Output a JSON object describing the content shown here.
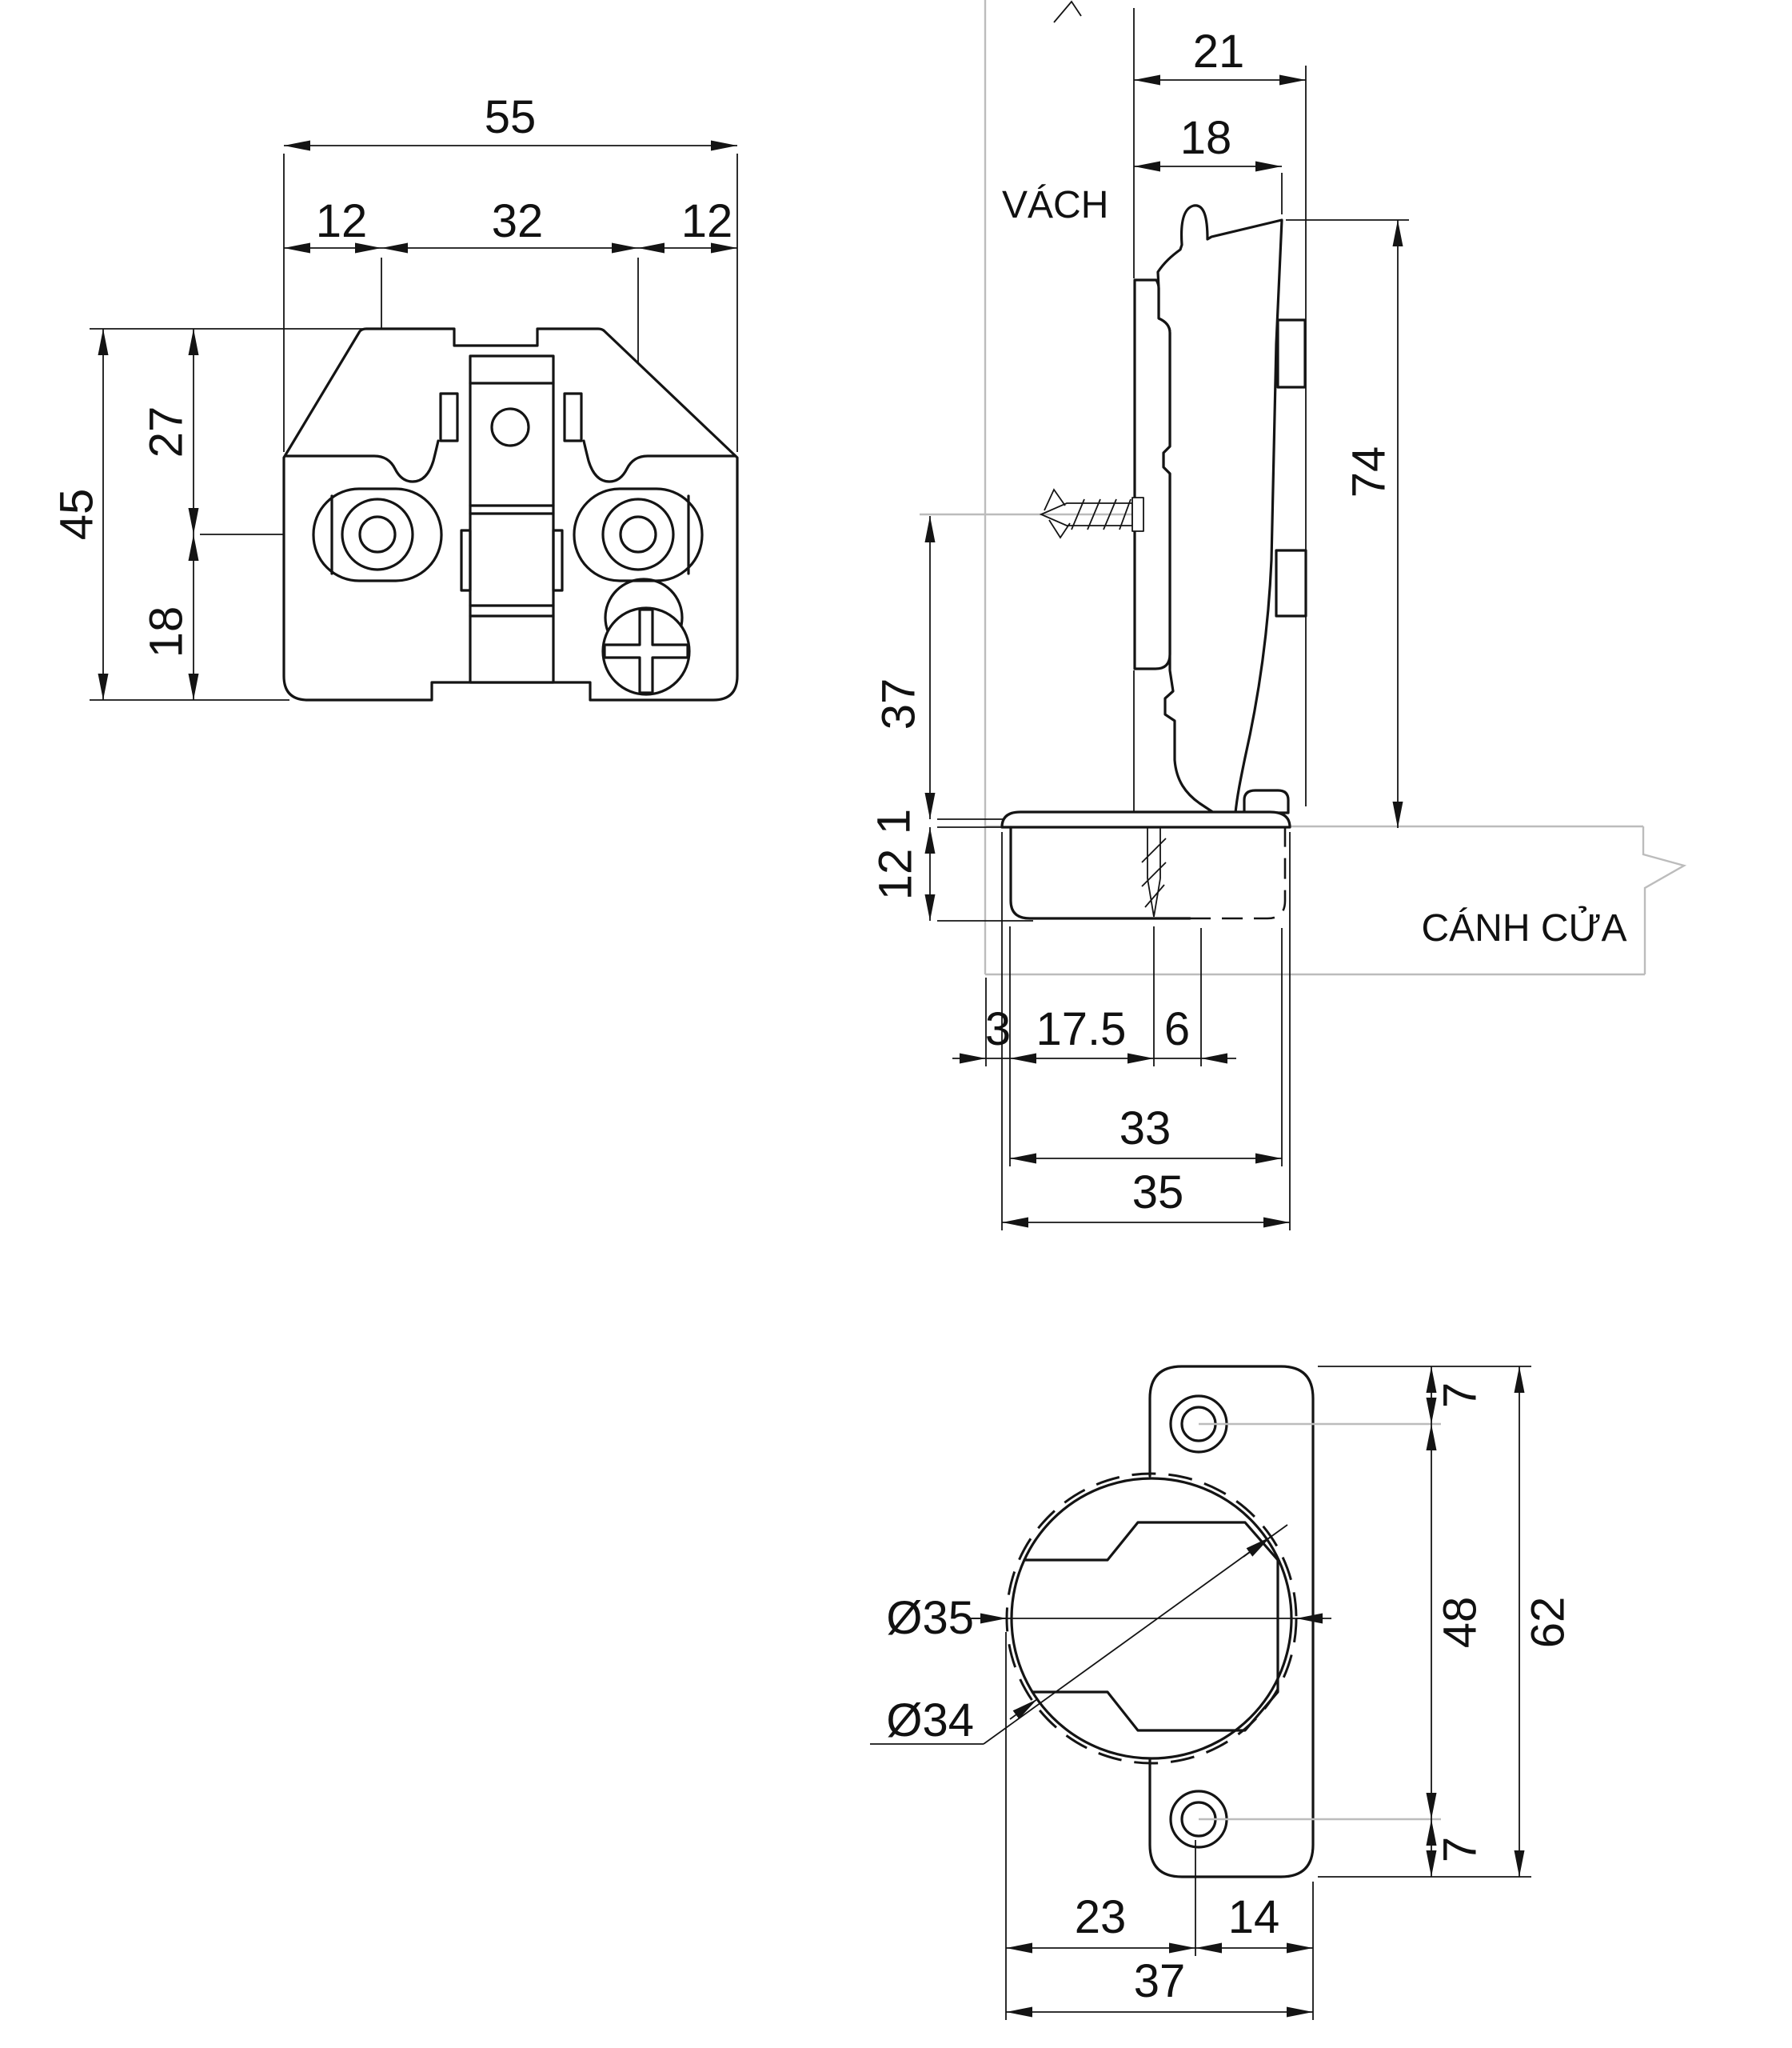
{
  "drawing": {
    "style": {
      "line_color": "#141414",
      "construction_color": "#bcbcbc",
      "background": "#ffffff"
    },
    "plate_view": {
      "overall_width": "55",
      "offset_left": "12",
      "hole_spacing": "32",
      "offset_right": "12",
      "overall_height": "45",
      "top_to_center": "27",
      "center_to_bottom": "18"
    },
    "side_view": {
      "wall_label": "VÁCH",
      "door_label": "CÁNH CỬA",
      "overall_depth": "21",
      "plate_depth": "18",
      "overall_height": "74",
      "screw_to_flange": "37",
      "flange_gap": "1",
      "cup_depth": "12",
      "door_edge_gap": "3",
      "edge_to_cup": "17.5",
      "cup_to_pivot": "6",
      "cup_width": "33",
      "flange_width": "35"
    },
    "cup_view": {
      "edge_to_hole_top": "7",
      "hole_spacing": "48",
      "plate_height": "62",
      "edge_to_hole_bottom": "7",
      "cup_to_screw": "23",
      "screw_to_edge": "14",
      "overall_width": "37",
      "bore_dashed": "Ø35",
      "bore_solid": "Ø34"
    }
  }
}
